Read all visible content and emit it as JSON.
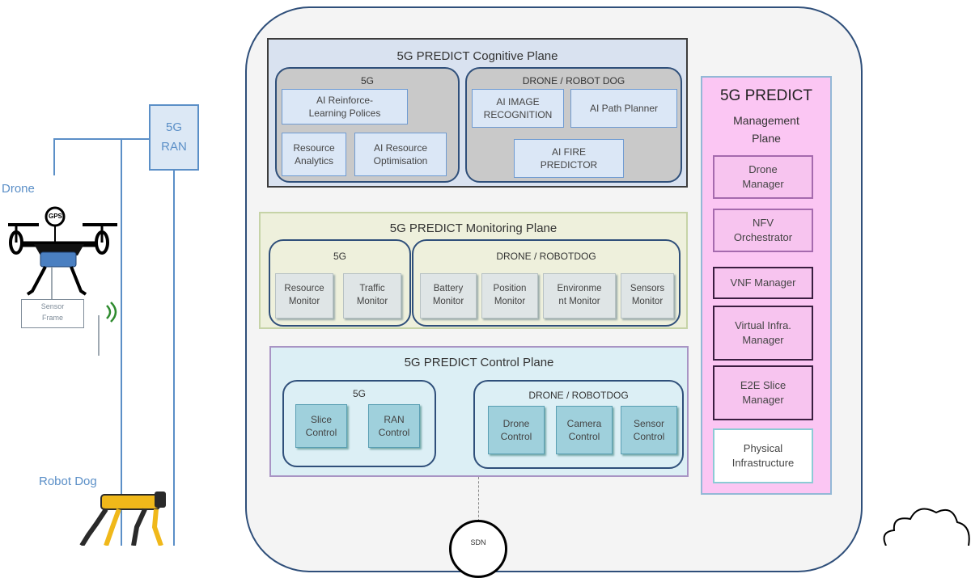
{
  "left": {
    "ran_label": "5G\nRAN",
    "drone_label": "Drone",
    "robot_dog_label": "Robot Dog",
    "gps_label": "GPS",
    "sensor_frame_label": "Sensor\nFrame",
    "sdn_label": "SDN"
  },
  "cognitive": {
    "title": "5G PREDICT Cognitive Plane",
    "group_5g": {
      "title": "5G",
      "items": [
        "AI Reinforce-\nLearning Polices",
        "Resource\nAnalytics",
        "AI Resource\nOptimisation"
      ]
    },
    "group_drone": {
      "title": "DRONE / ROBOT DOG",
      "items": [
        "AI IMAGE\nRECOGNITION",
        "AI Path Planner",
        "AI FIRE\nPREDICTOR"
      ]
    }
  },
  "monitoring": {
    "title": "5G PREDICT Monitoring Plane",
    "group_5g": {
      "title": "5G",
      "items": [
        "Resource\nMonitor",
        "Traffic\nMonitor"
      ]
    },
    "group_drone": {
      "title": "DRONE / ROBOTDOG",
      "items": [
        "Battery\nMonitor",
        "Position\nMonitor",
        "Environme\nnt Monitor",
        "Sensors\nMonitor"
      ]
    }
  },
  "control": {
    "title": "5G PREDICT Control Plane",
    "group_5g": {
      "title": "5G",
      "items": [
        "Slice\nControl",
        "RAN\nControl"
      ]
    },
    "group_drone": {
      "title": "DRONE / ROBOTDOG",
      "items": [
        "Drone\nControl",
        "Camera\nControl",
        "Sensor\nControl"
      ]
    }
  },
  "management": {
    "title": "5G PREDICT",
    "subtitle": "Management\nPlane",
    "items": [
      "Drone\nManager",
      "NFV\nOrchestrator",
      "VNF Manager",
      "Virtual Infra.\nManager",
      "E2E Slice\nManager",
      "Physical\nInfrastructure"
    ]
  }
}
